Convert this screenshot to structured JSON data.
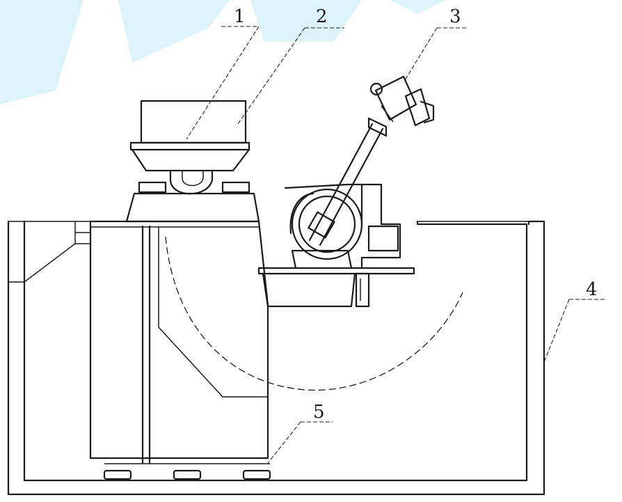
{
  "labels": {
    "part1": "1",
    "part2": "2",
    "part3": "3",
    "part4": "4",
    "part5": "5"
  },
  "colors": {
    "line": "#1a1a1a",
    "background": "#ffffff",
    "watermark": "#d6f1fb"
  }
}
